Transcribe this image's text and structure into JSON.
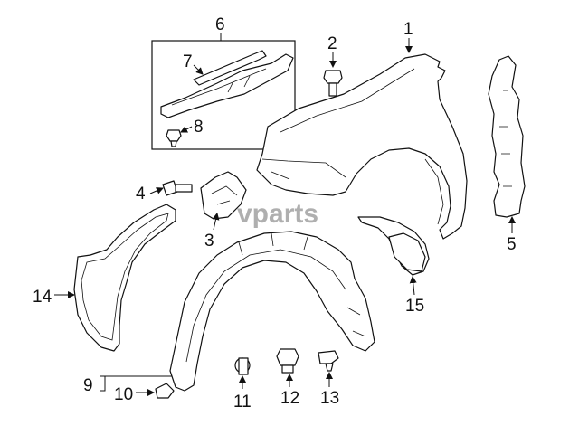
{
  "watermark": "vparts",
  "callouts": [
    "1",
    "2",
    "3",
    "4",
    "5",
    "6",
    "7",
    "8",
    "9",
    "10",
    "11",
    "12",
    "13",
    "14",
    "15"
  ]
}
